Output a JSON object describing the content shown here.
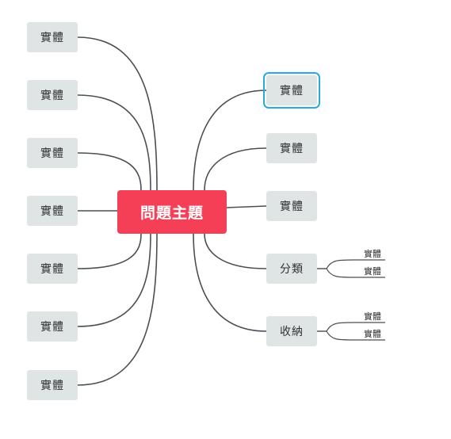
{
  "central_topic": "問題主題",
  "left_topics": [
    "實體",
    "實體",
    "實體",
    "實體",
    "實體",
    "實體",
    "實體"
  ],
  "right_topics": [
    {
      "label": "實體",
      "selected": true
    },
    {
      "label": "實體"
    },
    {
      "label": "實體"
    },
    {
      "label": "分類",
      "children": [
        "實體",
        "實體"
      ]
    },
    {
      "label": "收納",
      "children": [
        "實體",
        "實體"
      ]
    }
  ],
  "colors": {
    "central": "#f43f56",
    "node": "#dfe4e5",
    "selection": "#29a9e1",
    "connector": "#4a4f55"
  }
}
